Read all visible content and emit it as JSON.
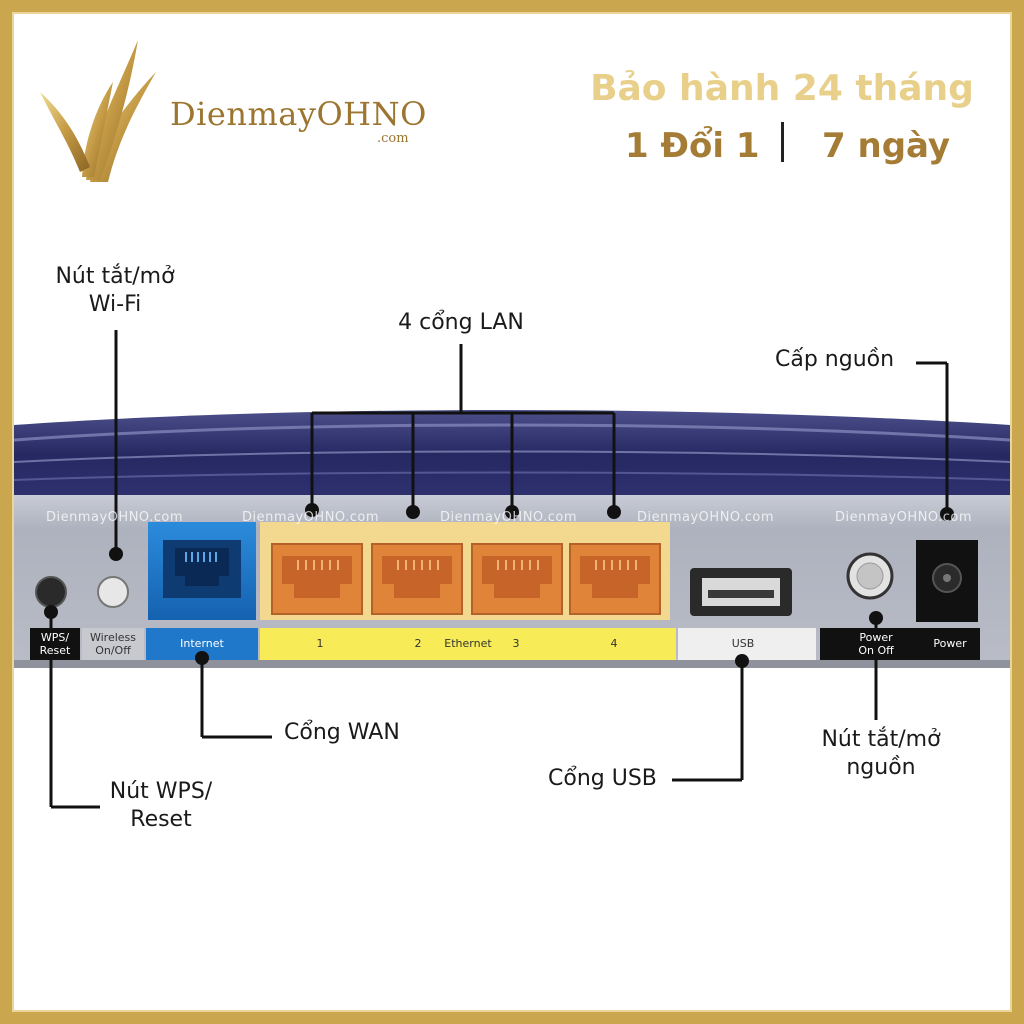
{
  "brand": {
    "name": "DienmayOHNO",
    "domain": ".com",
    "accent": "#b8914a"
  },
  "warranty": {
    "line1": "Bảo hành 24 tháng",
    "exchange": "1 Đổi 1",
    "days": "7 ngày"
  },
  "callouts": {
    "wifi_toggle": [
      "Nút tắt/mở",
      "Wi-Fi"
    ],
    "lan": "4 cổng LAN",
    "power_supply": "Cấp nguồn",
    "wan": "Cổng WAN",
    "wps_reset": [
      "Nút WPS/",
      "Reset"
    ],
    "usb": "Cổng USB",
    "power_toggle": [
      "Nút tắt/mở",
      "nguồn"
    ]
  },
  "port_labels": {
    "wps": [
      "WPS/",
      "Reset"
    ],
    "wireless": [
      "Wireless",
      "On/Off"
    ],
    "internet": "Internet",
    "lan_numbers": [
      "1",
      "2",
      "3",
      "4"
    ],
    "ethernet": "Ethernet",
    "usb": "USB",
    "power_switch": [
      "Power",
      "On Off"
    ],
    "power": "Power"
  },
  "watermarks": [
    "DienmayOHNO.com",
    "DienmayOHNO.com",
    "DienmayOHNO.com",
    "DienmayOHNO.com",
    "DienmayOHNO.com"
  ],
  "colors": {
    "frame_gold": "#caa64e",
    "wan_blue": "#1f78c9",
    "lan_orange": "#e8893a",
    "lan_panel": "#f5dc9a",
    "label_yellow": "#f7ec57",
    "router_navy": "#2d2f6e"
  }
}
